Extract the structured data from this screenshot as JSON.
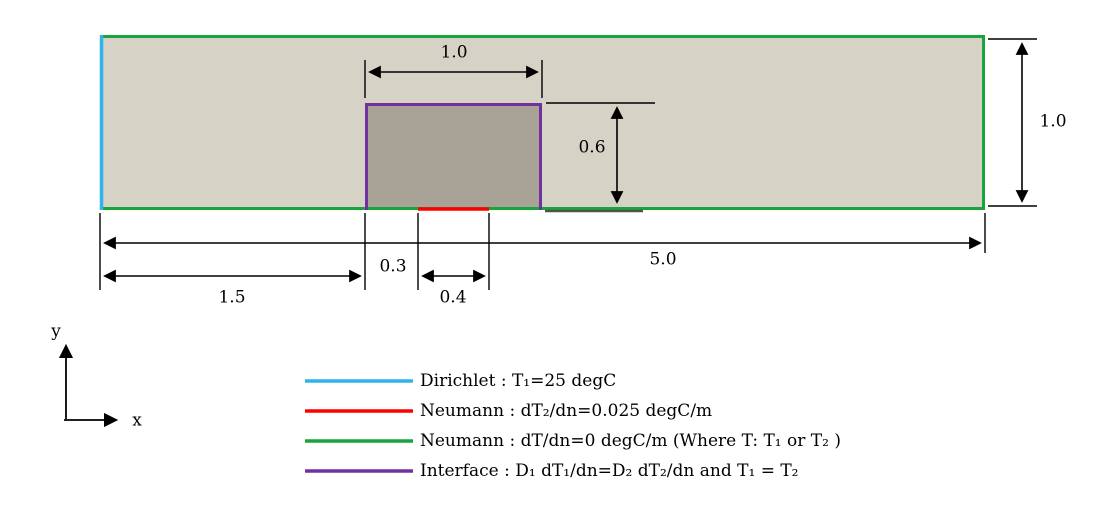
{
  "colors": {
    "dirichlet": "#2FB3E8",
    "neumann_flux": "#FF0000",
    "neumann_zero": "#17A53C",
    "interface": "#7030A0",
    "outer_fill": "#D6D2C6",
    "inner_fill": "#A8A396",
    "extension_dark": "#4B5543"
  },
  "dimensions": {
    "inner_width": "1.0",
    "domain_height": "1.0",
    "inner_height": "0.6",
    "domain_width": "5.0",
    "left_offset": "1.5",
    "flux_offset": "0.3",
    "flux_width": "0.4"
  },
  "axes": {
    "x": "x",
    "y": "y"
  },
  "legend": {
    "items": [
      {
        "name": "dirichlet",
        "label": "Dirichlet : T₁=25 degC"
      },
      {
        "name": "neumann-flux",
        "label": "Neumann : dT₂/dn=0.025 degC/m"
      },
      {
        "name": "neumann-zero",
        "label": "Neumann : dT/dn=0 degC/m  (Where T: T₁ or T₂ )"
      },
      {
        "name": "interface",
        "label": "Interface : D₁ dT₁/dn=D₂ dT₂/dn  and T₁ = T₂"
      }
    ]
  }
}
